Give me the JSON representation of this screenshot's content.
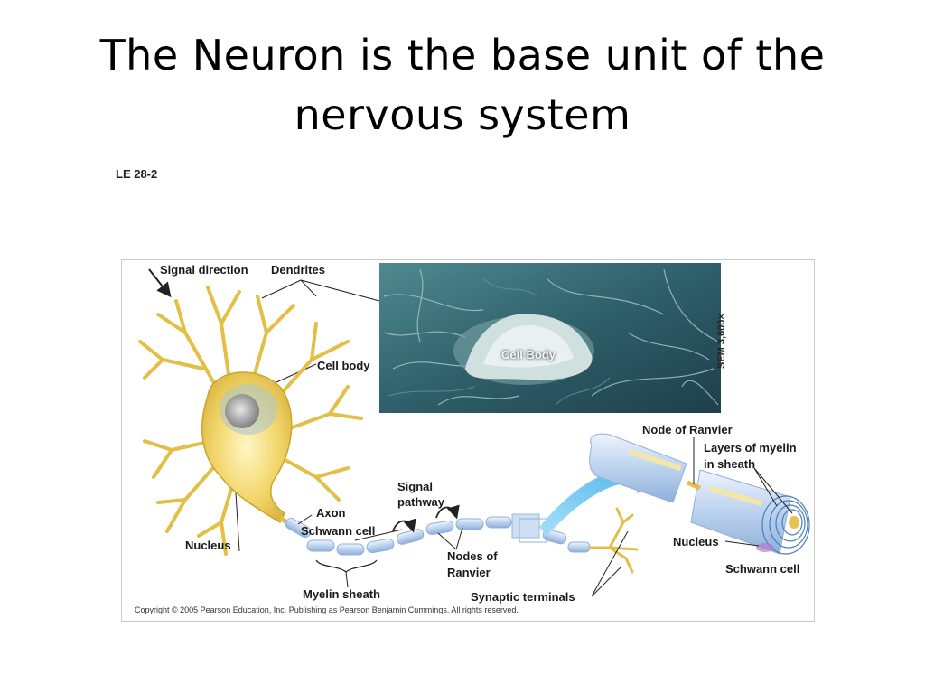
{
  "slide": {
    "title_line1": "The Neuron is the base unit of the",
    "title_line2": "nervous system",
    "figure_id": "LE 28-2"
  },
  "figure": {
    "labels": {
      "signal_direction": "Signal direction",
      "dendrites": "Dendrites",
      "cell_body": "Cell body",
      "nucleus_left": "Nucleus",
      "axon": "Axon",
      "schwann_cell_left": "Schwann cell",
      "myelin_sheath": "Myelin sheath",
      "signal_pathway_1": "Signal",
      "signal_pathway_2": "pathway",
      "nodes_of_ranvier_1": "Nodes of",
      "nodes_of_ranvier_2": "Ranvier",
      "synaptic_terminals": "Synaptic terminals",
      "node_of_ranvier": "Node of Ranvier",
      "layers_of_myelin_1": "Layers of myelin",
      "layers_of_myelin_2": "in sheath",
      "nucleus_right": "Nucleus",
      "schwann_cell_right": "Schwann cell",
      "photo_cell_body": "Cell Body",
      "sem": "SEM 3,600×"
    },
    "copyright": "Copyright © 2005 Pearson Education, Inc. Publishing as Pearson Benjamin Cummings. All rights reserved.",
    "colors": {
      "neuron_fill": "#f2d66b",
      "neuron_stroke": "#c9a52c",
      "sheath": "#c8d8ee",
      "micrograph": "#2f5f6a",
      "arrow": "#3ab4ea"
    }
  }
}
